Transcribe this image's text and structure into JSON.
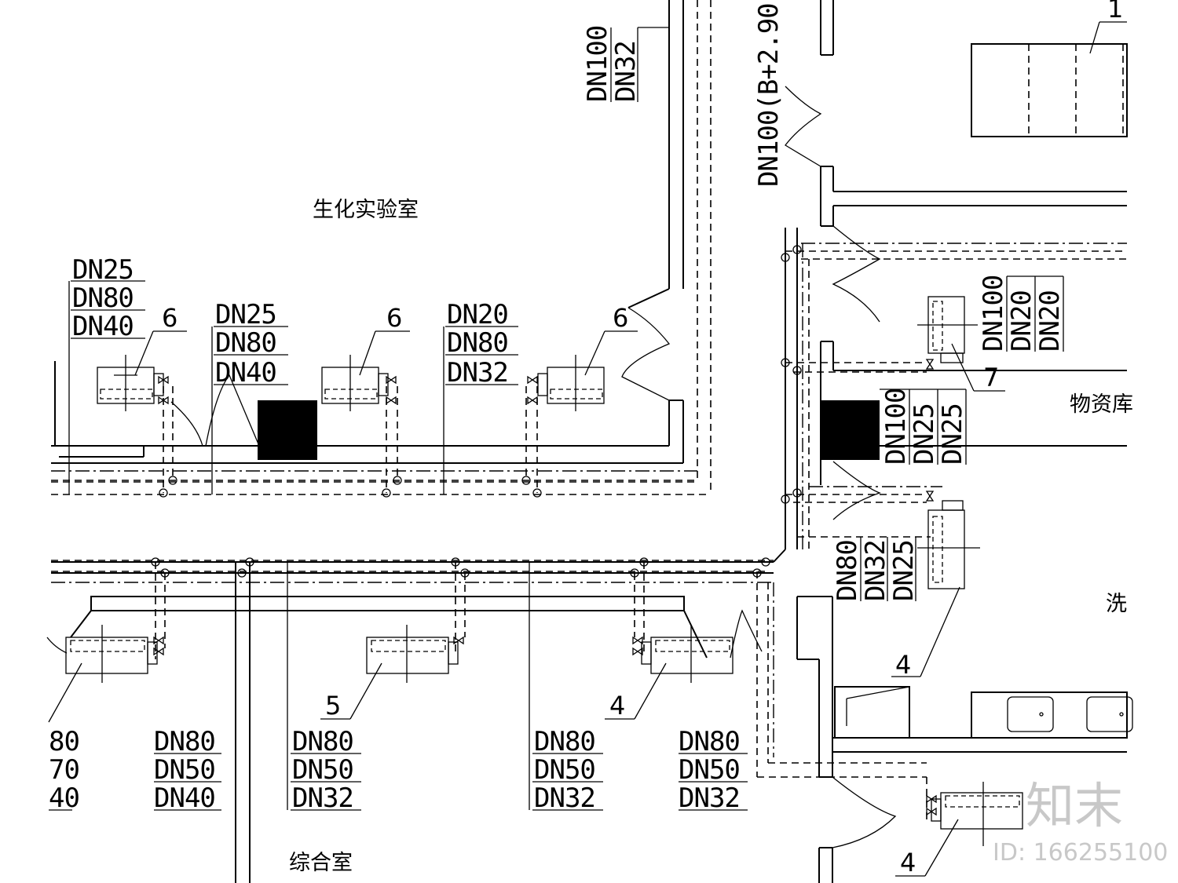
{
  "rooms": {
    "biochem_lab": "生化实验室",
    "storage": "物资库",
    "general_room": "综合室",
    "wash_partial": "洗"
  },
  "labels": {
    "top_stack": [
      "DN100",
      "DN32"
    ],
    "riser_elev": "DN100(B+2.90",
    "room_stack_a": [
      "DN25",
      "DN80",
      "DN40"
    ],
    "room_stack_b": [
      "DN25",
      "DN80",
      "DN40"
    ],
    "room_stack_c": [
      "DN20",
      "DN80",
      "DN32"
    ],
    "storage_stack_a": [
      "DN100",
      "DN20",
      "DN20"
    ],
    "storage_stack_b": [
      "DN100",
      "DN25",
      "DN25"
    ],
    "corridor_stack": [
      "DN80",
      "DN32",
      "DN25"
    ],
    "lower_stack_1": [
      "80",
      "70",
      "40"
    ],
    "lower_stack_2": [
      "DN80",
      "DN50",
      "DN40"
    ],
    "lower_stack_3": [
      "DN80",
      "DN50",
      "DN32"
    ],
    "lower_stack_4": [
      "DN80",
      "DN50",
      "DN32"
    ],
    "lower_stack_5": [
      "DN80",
      "DN50",
      "DN32"
    ]
  },
  "tags": {
    "t1": "1",
    "t6a": "6",
    "t6b": "6",
    "t6c": "6",
    "t7": "7",
    "t4a": "4",
    "t5": "5",
    "t4b": "4",
    "t4c": "4"
  },
  "watermark": {
    "logo": "知末",
    "id": "ID: 166255100"
  }
}
